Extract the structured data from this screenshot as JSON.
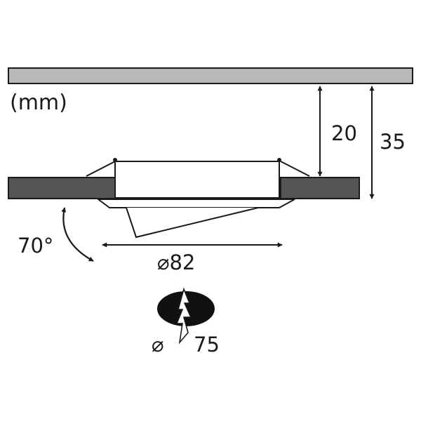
{
  "units_label": "(mm)",
  "dimensions": {
    "clearance_height": "20",
    "total_height": "35",
    "tilt_angle": "70°",
    "outer_diameter": "⌀82",
    "cutout_diameter_symbol": "⌀",
    "cutout_diameter_value": "75"
  },
  "colors": {
    "ceiling_gray": "#b9b9b9",
    "panel_dark": "#555555",
    "line": "#1a1a1a",
    "hole_fill": "#111111"
  },
  "icons": {
    "cutout": "drill-hole-icon"
  }
}
